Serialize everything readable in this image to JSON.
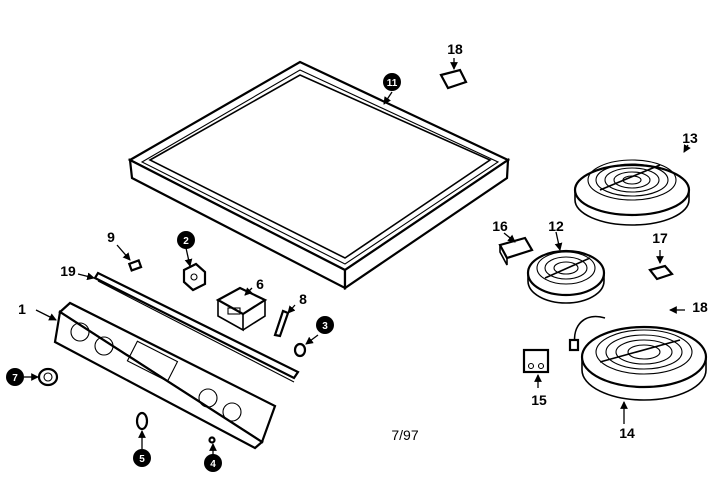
{
  "labels": {
    "p1": "1",
    "p2": "2",
    "p3": "3",
    "p4": "4",
    "p5": "5",
    "p6": "6",
    "p7": "7",
    "p8": "8",
    "p9": "9",
    "p11": "11",
    "p12": "12",
    "p13": "13",
    "p14": "14",
    "p15": "15",
    "p16": "16",
    "p17": "17",
    "p18a": "18",
    "p18b": "18",
    "p19": "19"
  },
  "date_code": "7/97"
}
